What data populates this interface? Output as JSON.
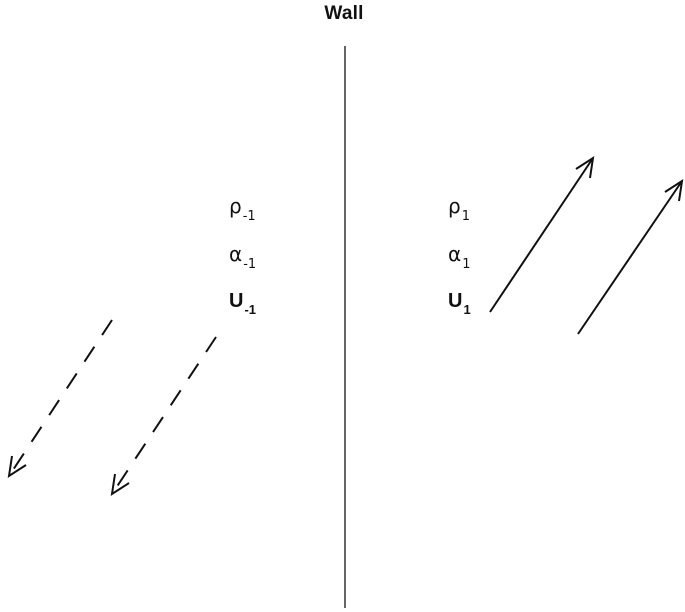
{
  "title": "Wall",
  "incident": {
    "density": {
      "symbol": "ρ",
      "subscript": "-1"
    },
    "fraction": {
      "symbol": "α",
      "subscript": "-1"
    },
    "velocity": {
      "symbol": "U",
      "subscript": "-1"
    }
  },
  "reflected": {
    "density": {
      "symbol": "ρ",
      "subscript": "1"
    },
    "fraction": {
      "symbol": "α",
      "subscript": "1"
    },
    "velocity": {
      "symbol": "U",
      "subscript": "1"
    }
  },
  "colors": {
    "line": "#111111",
    "wall": "#333333",
    "background": "#ffffff"
  },
  "arrows": {
    "incident_style": "dashed",
    "reflected_style": "solid"
  }
}
